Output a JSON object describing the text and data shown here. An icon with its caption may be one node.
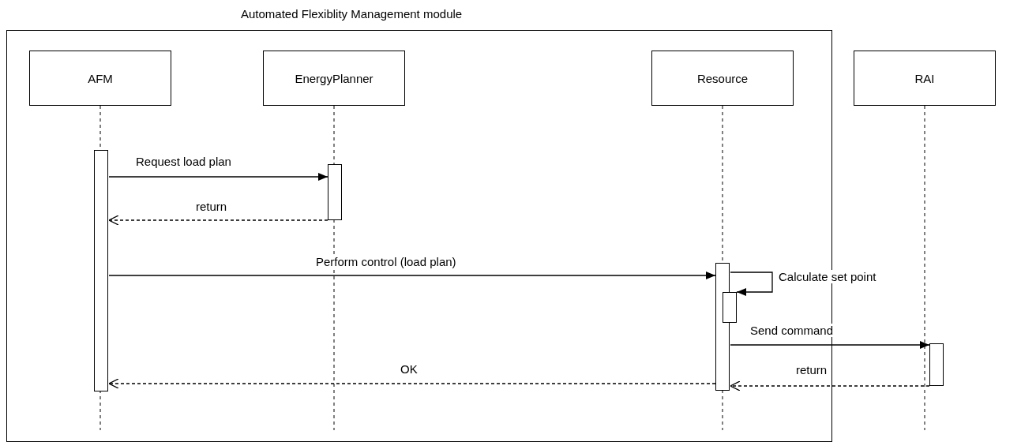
{
  "diagram": {
    "nodes": [
      {
        "text": [
          "Automated Flexiblity Management module"
        ]
      },
      {
        "text": [
          "AFM"
        ],
        "in": 0
      },
      {
        "text": [
          "EnergyPlanner"
        ],
        "in": 0
      },
      {
        "text": [
          "Resource"
        ],
        "in": 0
      },
      {
        "text": [
          "RAI"
        ]
      },
      {
        "text": [],
        "shape": "bar",
        "in": 0
      },
      {
        "text": [],
        "shape": "bar",
        "in": 0
      },
      {
        "text": [],
        "shape": "bar",
        "in": 0
      },
      {
        "text": [],
        "shape": "bar",
        "in": 0
      },
      {
        "text": [],
        "shape": "bar"
      }
    ],
    "edges": [
      {
        "from": 5,
        "to": 6,
        "arrow": "to",
        "label": "Request load plan"
      },
      {
        "from": 6,
        "to": 5,
        "arrow": "to",
        "label": "return",
        "style": "dashed"
      },
      {
        "from": 5,
        "to": 7,
        "arrow": "to",
        "label": "Perform control (load plan)"
      },
      {
        "from": 7,
        "to": 8,
        "arrow": "to",
        "label": "Calculate set point"
      },
      {
        "from": 7,
        "to": 9,
        "arrow": "to",
        "label": "Send command"
      },
      {
        "from": 9,
        "to": 7,
        "arrow": "to",
        "label": "return",
        "style": "dashed"
      },
      {
        "from": 7,
        "to": 5,
        "arrow": "to",
        "label": "OK",
        "style": "dashed"
      }
    ]
  }
}
